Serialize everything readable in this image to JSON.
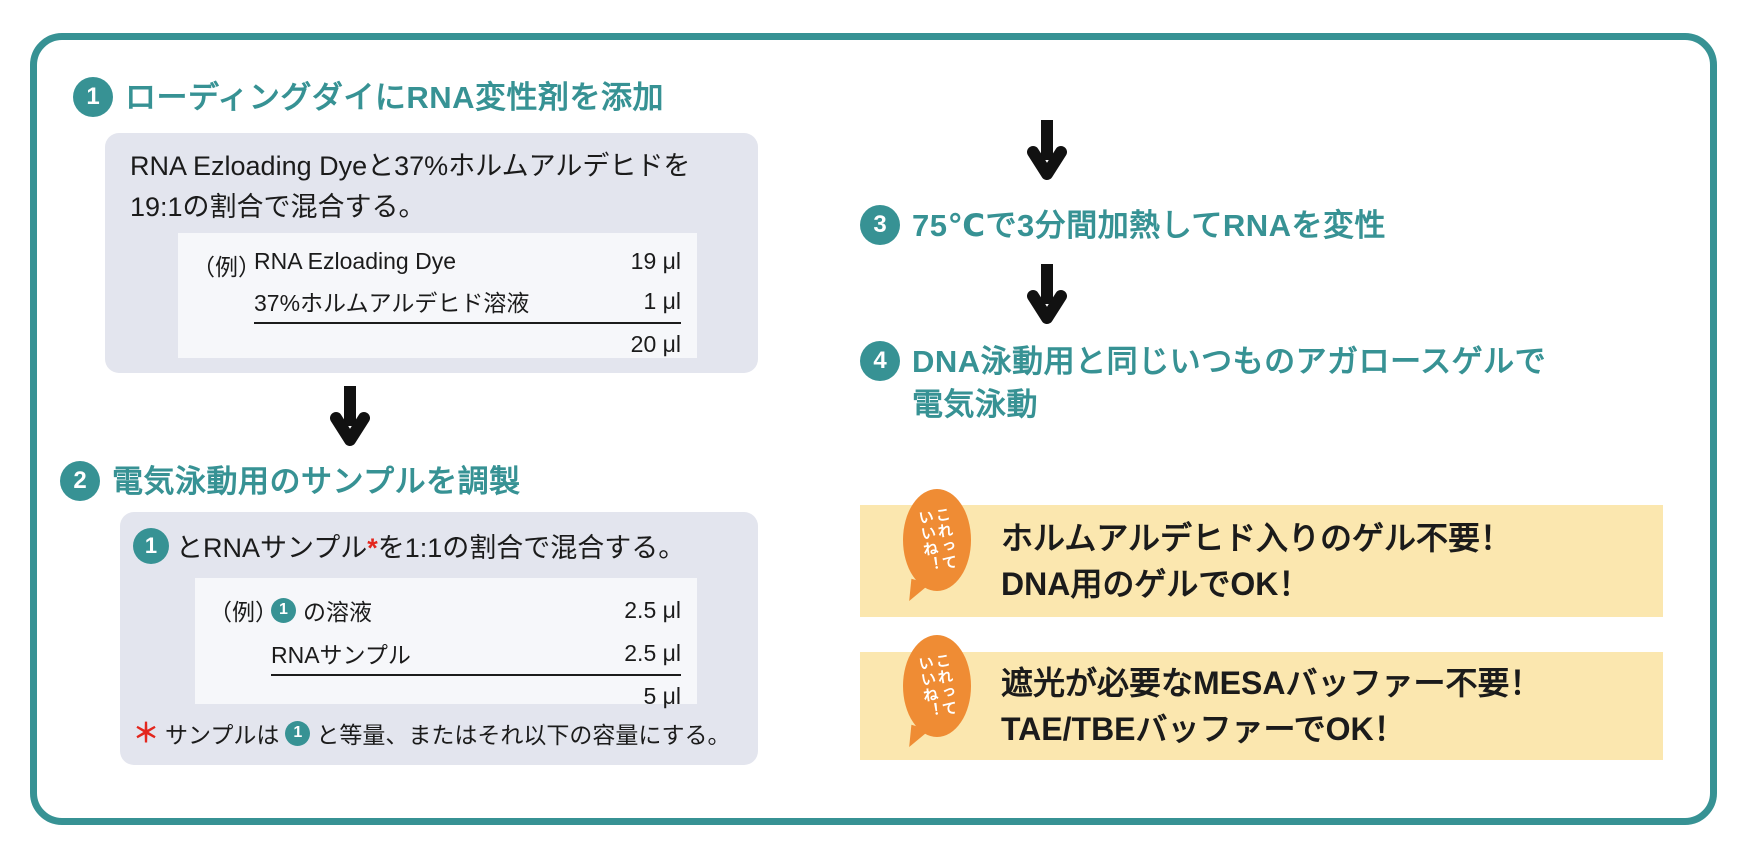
{
  "colors": {
    "teal": "#379294",
    "panel_gray": "#E3E5EE",
    "panel_inner": "#F6F7FA",
    "note_yellow": "#FBE7AF",
    "bubble_orange": "#EF8C34",
    "asterisk_red": "#E3261D",
    "arrow_black": "#111111"
  },
  "steps": {
    "step1": {
      "number": "1",
      "title": "ローディングダイにRNA変性剤を添加"
    },
    "step2": {
      "number": "2",
      "title": "電気泳動用のサンプルを調製"
    },
    "step3": {
      "number": "3",
      "title": "75℃で3分間加熱してRNAを変性"
    },
    "step4": {
      "number": "4",
      "title_line1": "DNA泳動用と同じいつものアガロースゲルで",
      "title_line2": "電気泳動"
    }
  },
  "box1": {
    "desc_line1": "RNA Ezloading Dyeと37%ホルムアルデヒドを",
    "desc_line2": "19:1の割合で混合する。",
    "example_label": "（例）",
    "row1_label": "RNA Ezloading Dye",
    "row1_value": "19 μl",
    "row2_label": "37%ホルムアルデヒド溶液",
    "row2_value": "1 μl",
    "total_value": "20 μl"
  },
  "box2": {
    "intro_badge": "1",
    "intro_text_pre": "とRNAサンプル",
    "intro_asterisk": "*",
    "intro_text_post": "を1:1の割合で混合する。",
    "example_label": "（例）",
    "row1_badge": "1",
    "row1_label": "の溶液",
    "row1_value": "2.5 μl",
    "row2_label": "RNAサンプル",
    "row2_value": "2.5 μl",
    "total_value": "5 μl",
    "footnote_asterisk": "＊",
    "footnote_pre": "サンプルは",
    "footnote_badge": "1",
    "footnote_post": "と等量、またはそれ以下の容量にする。"
  },
  "notes": [
    {
      "bubble_line1": "これって",
      "bubble_line2": "いいね！",
      "line1": "ホルムアルデヒド入りのゲル不要！",
      "line2": "DNA用のゲルでOK！"
    },
    {
      "bubble_line1": "これって",
      "bubble_line2": "いいね！",
      "line1": "遮光が必要なMESAバッファー不要！",
      "line2": "TAE/TBEバッファーでOK！"
    }
  ]
}
